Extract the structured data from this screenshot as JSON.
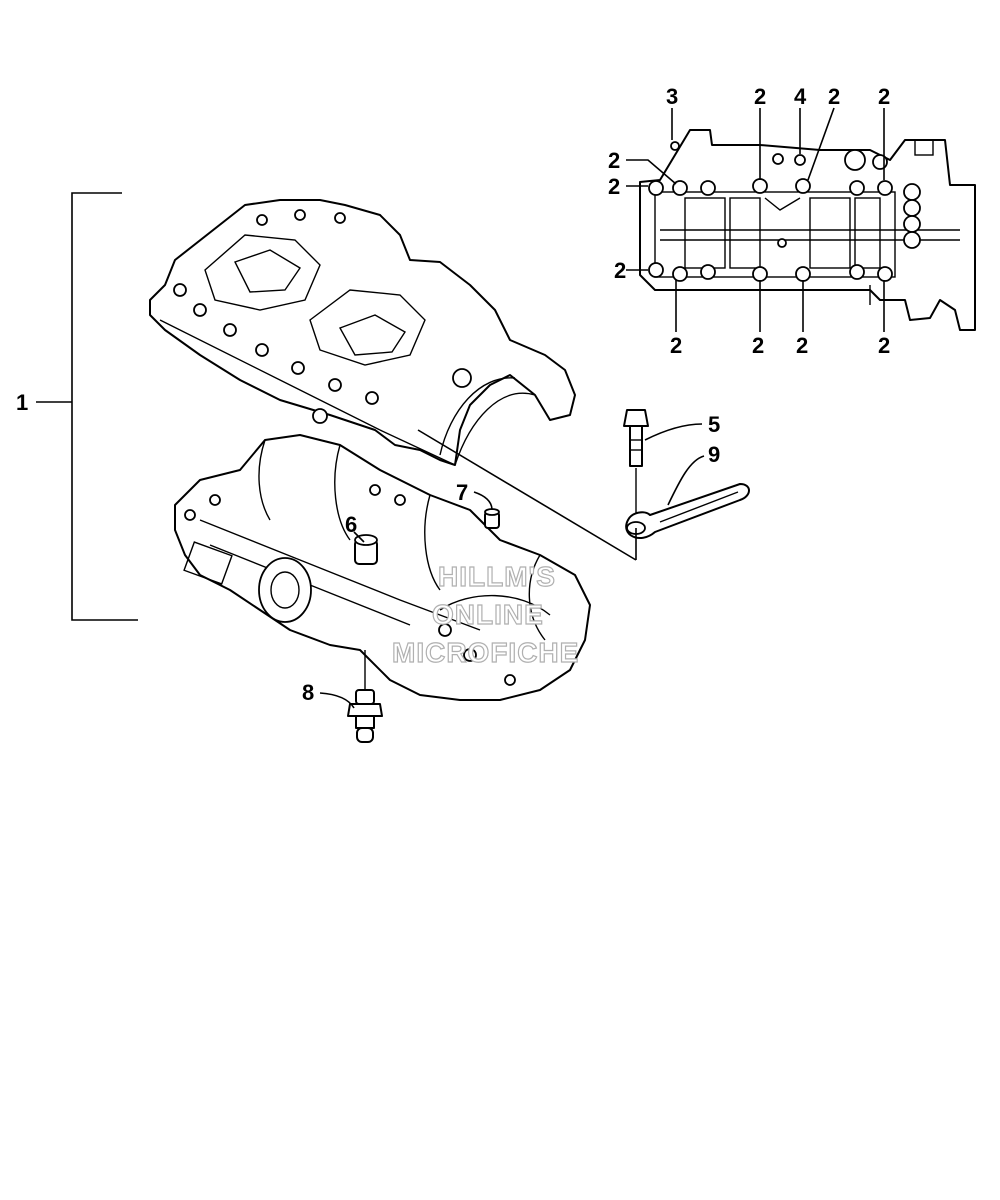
{
  "callouts": {
    "c1": "1",
    "c2": "2",
    "c3": "3",
    "c4": "4",
    "c5": "5",
    "c6": "6",
    "c7": "7",
    "c8": "8",
    "c9": "9"
  },
  "watermark": {
    "line1": "HILLM'S",
    "line2": "ONLINE",
    "line3": "MICROFICHE"
  }
}
